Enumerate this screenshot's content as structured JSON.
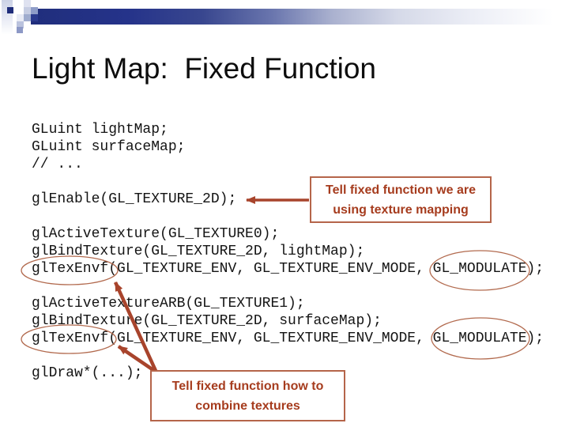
{
  "slide": {
    "title": "Light Map:  Fixed Function",
    "code": {
      "lines": [
        "GLuint lightMap;",
        "GLuint surfaceMap;",
        "// ...",
        "",
        "glEnable(GL_TEXTURE_2D);",
        "",
        "glActiveTexture(GL_TEXTURE0);",
        "glBindTexture(GL_TEXTURE_2D, lightMap);",
        "glTexEnvf(GL_TEXTURE_ENV, GL_TEXTURE_ENV_MODE, GL_MODULATE);",
        "",
        "glActiveTextureARB(GL_TEXTURE1);",
        "glBindTexture(GL_TEXTURE_2D, surfaceMap);",
        "glTexEnvf(GL_TEXTURE_ENV, GL_TEXTURE_ENV_MODE, GL_MODULATE);",
        "",
        "glDraw*(...);"
      ]
    },
    "callouts": {
      "texture_mapping": {
        "line1": "Tell fixed function we are",
        "line2": "using texture mapping"
      },
      "combine_textures": {
        "line1": "Tell fixed function how to",
        "line2": "combine textures"
      }
    },
    "highlighted_terms": [
      "glTexEnvf",
      "GL_MODULATE",
      "glTexEnvf",
      "GL_MODULATE"
    ],
    "colors": {
      "annotation_text": "#a63c1e",
      "annotation_border": "#b5654a",
      "arrow": "#a8442c",
      "ellipse_stroke": "#b26a4e",
      "header_bar_dark": "#202e7c",
      "code_text": "#141414",
      "background": "#ffffff"
    }
  }
}
